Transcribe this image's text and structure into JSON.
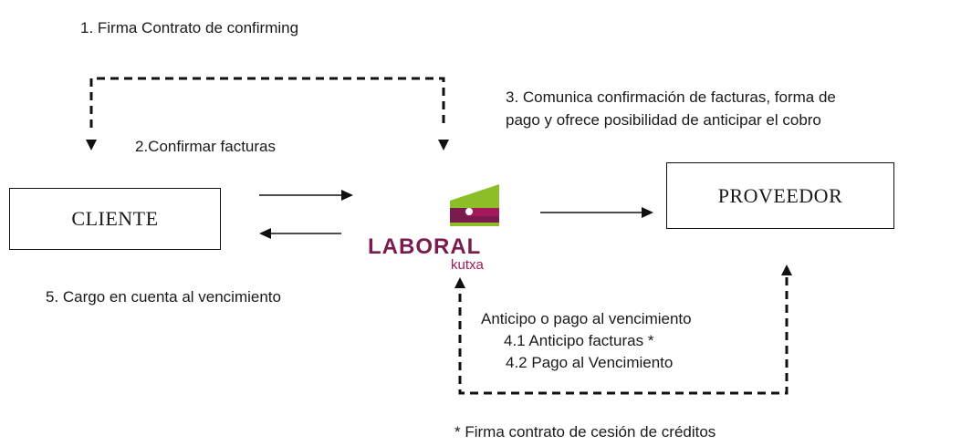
{
  "labels": {
    "step1": "1. Firma Contrato de confirming",
    "step2": "2.Confirmar facturas",
    "step3_line1": "3. Comunica confirmación de facturas, forma de",
    "step3_line2": "pago y ofrece posibilidad de anticipar el cobro",
    "step5": "5. Cargo en cuenta al vencimiento",
    "step4_title": "Anticipo o pago al vencimiento",
    "step4_1": "4.1 Anticipo facturas *",
    "step4_2": "4.2 Pago al Vencimiento",
    "footnote": "* Firma contrato de cesión de créditos"
  },
  "boxes": {
    "client": "CLIENTE",
    "supplier": "PROVEEDOR"
  },
  "logo": {
    "brand": "LABORAL",
    "sub": "kutxa",
    "colors": {
      "green": "#8cbe28",
      "purple": "#7a1b4e",
      "magenta": "#a3195b"
    }
  },
  "colors": {
    "line": "#111111",
    "text": "#1a1a1a"
  }
}
